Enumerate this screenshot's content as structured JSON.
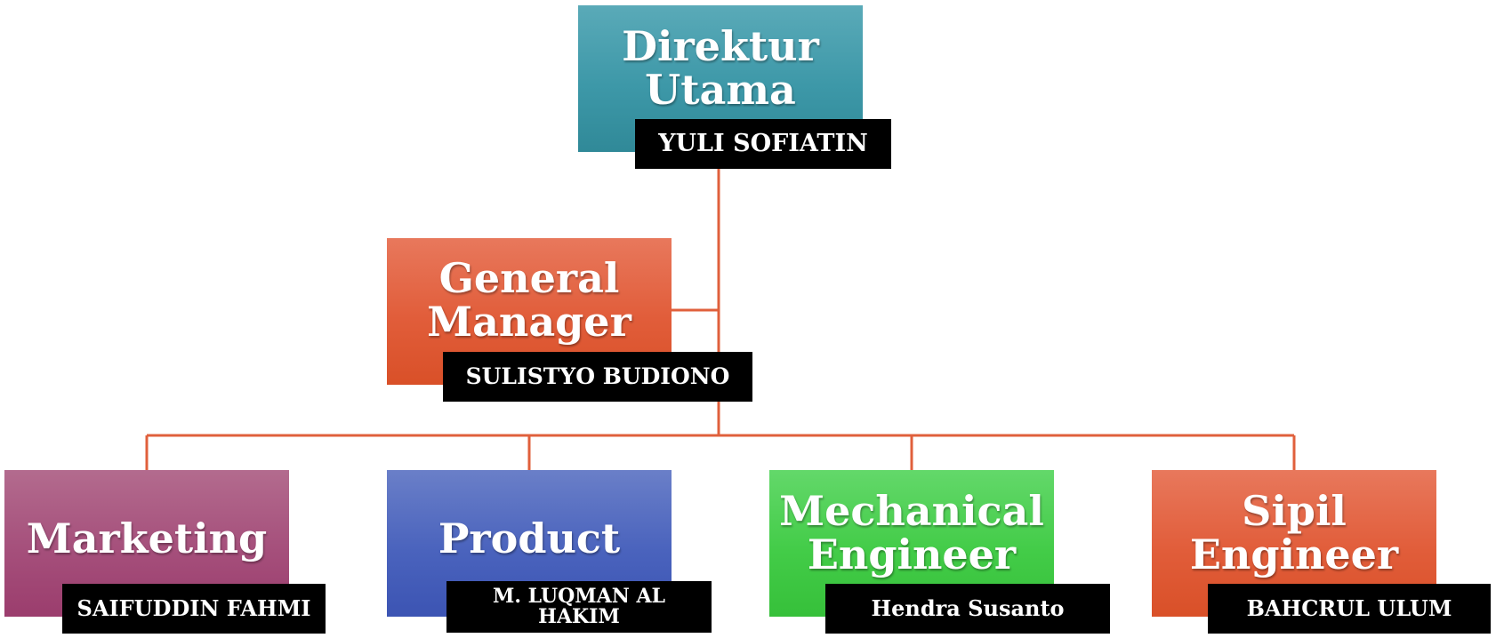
{
  "org_chart": {
    "director": {
      "title": "Direktur\nUtama",
      "name": "YULI SOFIATIN",
      "color": "#3d98a8"
    },
    "general_manager": {
      "title": "General\nManager",
      "name": "SULISTYO BUDIONO",
      "color": "#e15d3a"
    },
    "departments": [
      {
        "title": "Marketing",
        "name": "SAIFUDDIN FAHMI",
        "color": "#a54f7b"
      },
      {
        "title": "Product",
        "name": "M. LUQMAN AL\nHAKIM",
        "color": "#4a63bd"
      },
      {
        "title": "Mechanical\nEngineer",
        "name": "Hendra Susanto",
        "color": "#43cc48"
      },
      {
        "title": "Sipil\nEngineer",
        "name": "BAHCRUL ULUM",
        "color": "#e15d3a"
      }
    ],
    "connector_color": "#e0603c"
  }
}
